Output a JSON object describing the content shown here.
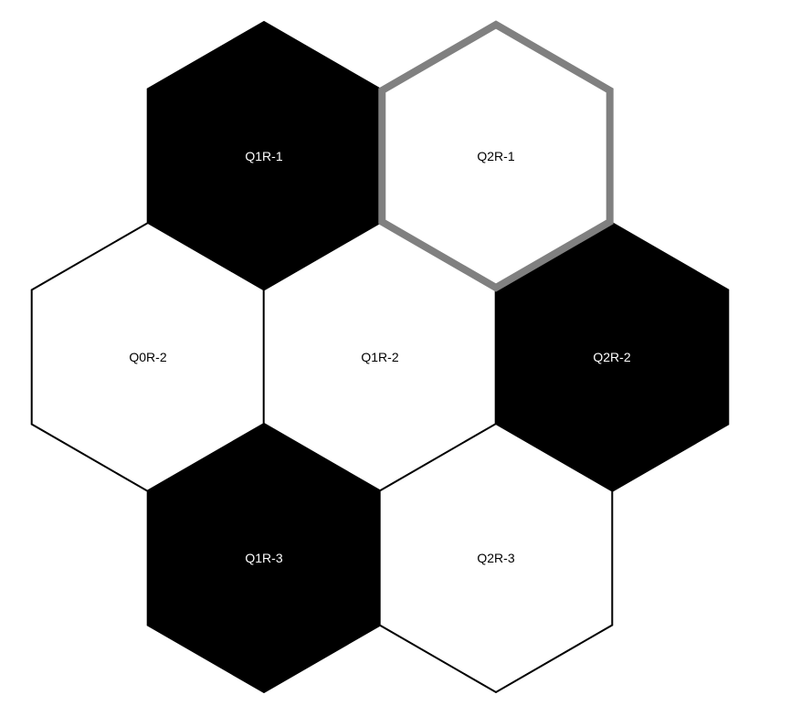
{
  "board": {
    "hexes": [
      {
        "id": "Q1R-1",
        "label": "Q1R-1",
        "fill": "#000000",
        "selected": false
      },
      {
        "id": "Q2R-1",
        "label": "Q2R-1",
        "fill": "#ffffff",
        "selected": true
      },
      {
        "id": "Q0R-2",
        "label": "Q0R-2",
        "fill": "#ffffff",
        "selected": false
      },
      {
        "id": "Q1R-2",
        "label": "Q1R-2",
        "fill": "#ffffff",
        "selected": false
      },
      {
        "id": "Q2R-2",
        "label": "Q2R-2",
        "fill": "#000000",
        "selected": false
      },
      {
        "id": "Q1R-3",
        "label": "Q1R-3",
        "fill": "#000000",
        "selected": false
      },
      {
        "id": "Q2R-3",
        "label": "Q2R-3",
        "fill": "#ffffff",
        "selected": false
      }
    ],
    "colors": {
      "dark": "#000000",
      "light": "#ffffff",
      "selected_outline": "#808080",
      "outline": "#000000"
    }
  }
}
